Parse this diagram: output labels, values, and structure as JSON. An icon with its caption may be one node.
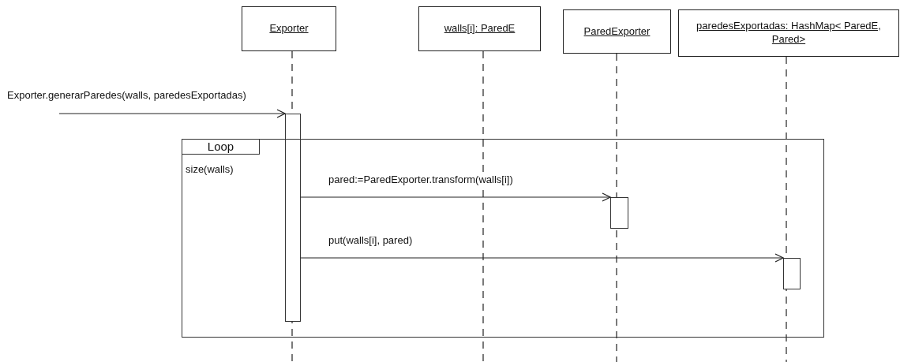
{
  "diagram": {
    "nodes": [
      {
        "text": [
          "Exporter"
        ]
      },
      {
        "text": [
          "walls[i]: ParedE"
        ]
      },
      {
        "text": [
          "ParedExporter"
        ]
      },
      {
        "text": [
          "paredesExportadas: HashMap< ParedE, Pared>"
        ]
      },
      {
        "text": [],
        "shape": "bar"
      },
      {
        "text": [
          "Loop",
          "size(walls)"
        ]
      },
      {
        "text": [],
        "shape": "bar",
        "in": 5
      },
      {
        "text": [],
        "shape": "bar",
        "in": 5
      }
    ],
    "edges": [
      {
        "from": null,
        "to": 4,
        "arrow": "to",
        "label": "Exporter.generarParedes(walls, paredesExportadas)"
      },
      {
        "from": 4,
        "to": 6,
        "arrow": "to",
        "label": "pared:=ParedExporter.transform(walls[i])"
      },
      {
        "from": 4,
        "to": 7,
        "arrow": "to",
        "label": "put(walls[i], pared)"
      }
    ]
  }
}
